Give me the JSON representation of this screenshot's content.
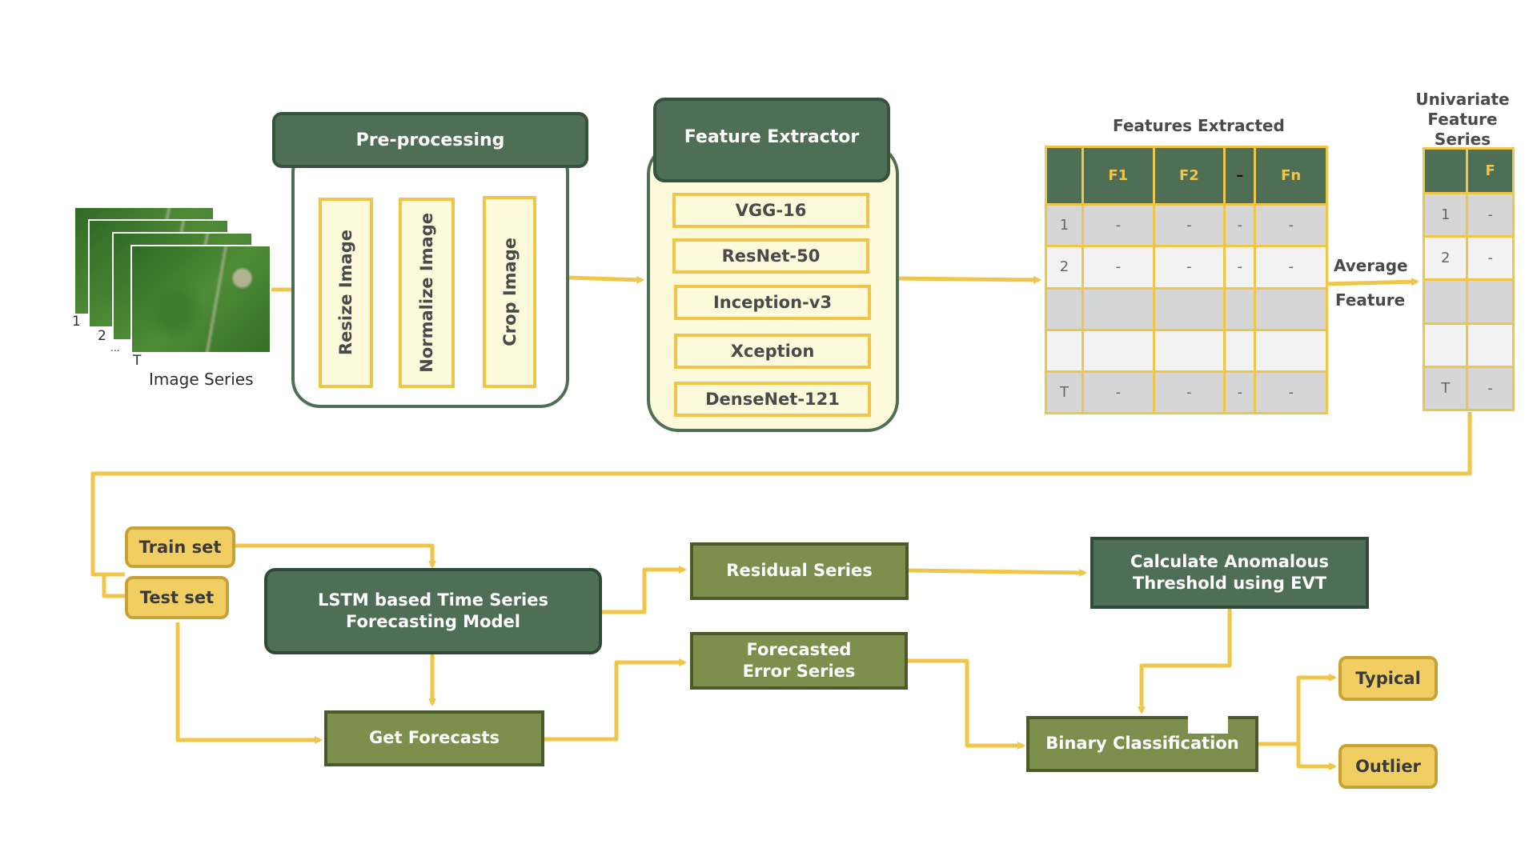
{
  "image_series": {
    "numbers": [
      "1",
      "2",
      "...",
      "T"
    ],
    "label": "Image Series"
  },
  "preprocessing": {
    "title": "Pre-processing",
    "steps": [
      "Resize Image",
      "Normalize Image",
      "Crop Image"
    ]
  },
  "feature_extractor": {
    "title": "Feature Extractor",
    "models": [
      "VGG-16",
      "ResNet-50",
      "Inception-v3",
      "Xception",
      "DenseNet-121"
    ]
  },
  "features_table": {
    "title": "Features Extracted",
    "headers": [
      "",
      "F1",
      "F2",
      "–",
      "Fn"
    ],
    "rows": [
      [
        "1",
        "-",
        "-",
        "-",
        "-"
      ],
      [
        "2",
        "-",
        "-",
        "-",
        "-"
      ],
      [
        "",
        "",
        "",
        "",
        ""
      ],
      [
        "",
        "",
        "",
        "",
        ""
      ],
      [
        "T",
        "-",
        "-",
        "-",
        "-"
      ]
    ]
  },
  "average_label": [
    "Average",
    "Feature"
  ],
  "univariate": {
    "title": [
      "Univariate",
      "Feature Series"
    ],
    "headers": [
      "",
      "F"
    ],
    "rows": [
      [
        "1",
        "-"
      ],
      [
        "2",
        "-"
      ],
      [
        "",
        ""
      ],
      [
        "",
        ""
      ],
      [
        "T",
        "-"
      ]
    ]
  },
  "train_set": "Train set",
  "test_set": "Test set",
  "lstm_model": "LSTM based Time Series Forecasting Model",
  "get_forecasts": "Get Forecasts",
  "residual_series": "Residual Series",
  "forecasted_error_series": "Forecasted Error Series",
  "threshold": "Calculate Anomalous Threshold using EVT",
  "binary_classification": "Binary Classification",
  "typical": "Typical",
  "outlier": "Outlier",
  "colors": {
    "arrow": "#f0c64a",
    "dark_green": "#4e6e56",
    "olive": "#7d8f4c",
    "pale_yellow": "#fdfadb"
  }
}
